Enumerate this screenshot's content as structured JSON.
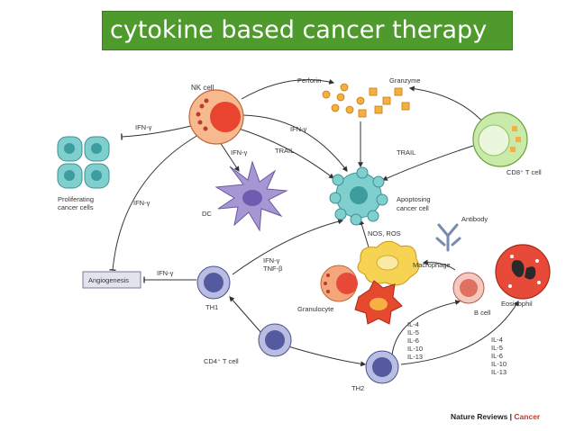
{
  "title": "cytokine based cancer therapy",
  "labels": {
    "nk_cell": "NK cell",
    "perforin": "Perforin",
    "granzyme": "Granzyme",
    "cd8_t_cell": "CD8⁺ T cell",
    "ifn_gamma_1": "IFN-γ",
    "ifn_gamma_2": "IFN-γ",
    "ifn_gamma_3": "IFN-γ",
    "ifn_gamma_4": "IFN-γ",
    "ifn_gamma_5": "IFN-γ",
    "trail_1": "TRAIL",
    "trail_2": "TRAIL",
    "proliferating_1": "Proliferating",
    "proliferating_2": "cancer cells",
    "dc": "DC",
    "apoptosing_1": "Apoptosing",
    "apoptosing_2": "cancer cell",
    "antibody": "Antibody",
    "nos_ros": "NOS, ROS",
    "macrophage": "Macrophage",
    "eosinophil": "Eosinophil",
    "angiogenesis": "Angiogenesis",
    "ifn_tnf_1": "IFN-γ",
    "ifn_tnf_2": "TNF-β",
    "th1": "TH1",
    "granulocyte": "Granulocyte",
    "b_cell": "B cell",
    "cd4_t_cell": "CD4⁺ T cell",
    "th2": "TH2",
    "il_list_a": [
      "IL-4",
      "IL-5",
      "IL-6",
      "IL-10",
      "IL-13"
    ],
    "il_list_b": [
      "IL-4",
      "IL-5",
      "IL-6",
      "IL-10",
      "IL-13"
    ]
  },
  "credit": {
    "publisher": "Nature Reviews",
    "separator": " | ",
    "journal": "Cancer"
  },
  "colors": {
    "title_bg": "#4e9a2c",
    "teal_cell": "#6cc3c4",
    "nk_orange": "#f08a4b",
    "cd8_green": "#b9e39a",
    "dc_purple": "#9a8ac6",
    "th_blue": "#6a6fb0",
    "macrophage_yellow": "#f4c842",
    "granulocyte_red": "#e0503a"
  }
}
